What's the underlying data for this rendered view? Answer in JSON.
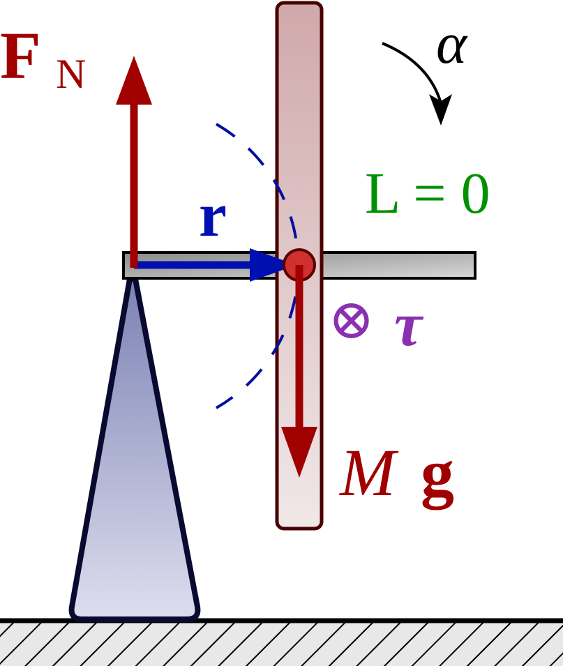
{
  "labels": {
    "normal_force": "F",
    "normal_force_sub": "N",
    "angular_accel": "α",
    "angular_momentum": "L = 0",
    "radius": "r",
    "torque_symbol": "⊗",
    "torque": "τ",
    "weight_M": "M",
    "weight_g": "g"
  },
  "colors": {
    "force": "#a00000",
    "radius": "#0010b0",
    "angular_momentum": "#009000",
    "torque": "#8a30b0",
    "arc": "#0010a0"
  }
}
